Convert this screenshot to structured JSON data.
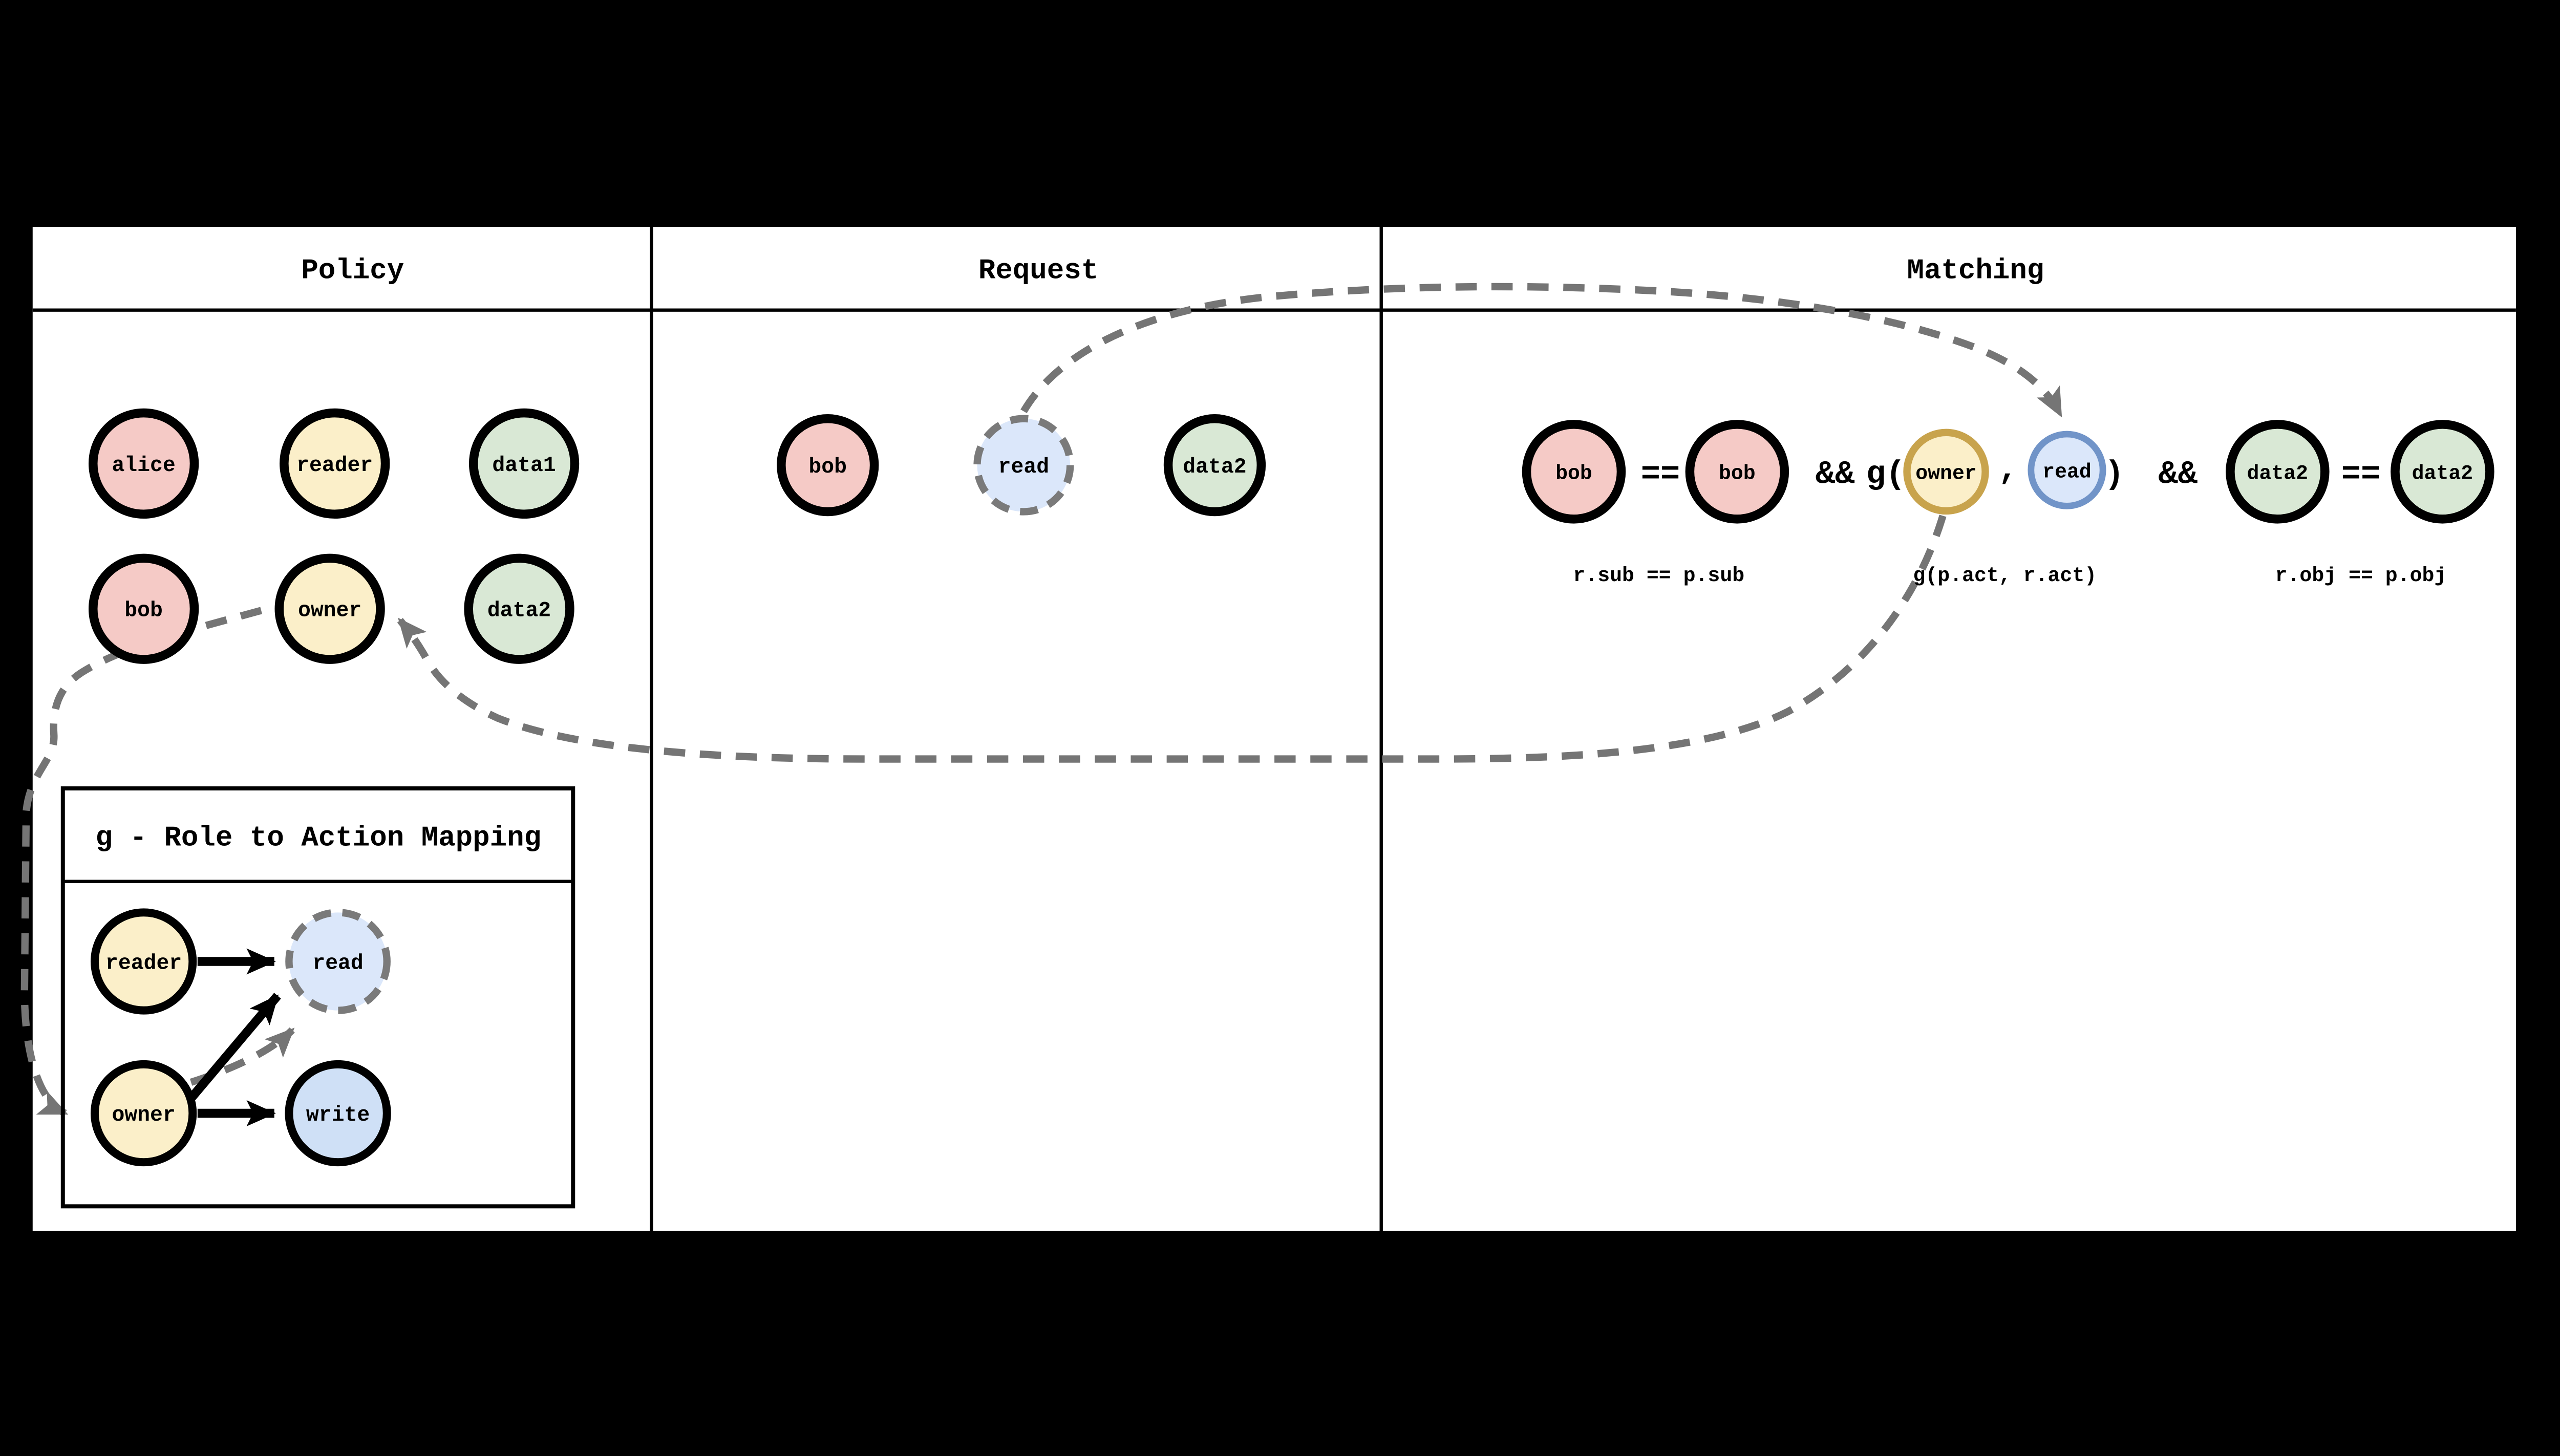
{
  "header": {
    "policy": "Policy",
    "request": "Request",
    "matching": "Matching"
  },
  "policy": {
    "row1": [
      {
        "label": "alice"
      },
      {
        "label": "reader"
      },
      {
        "label": "data1"
      }
    ],
    "row2": [
      {
        "label": "bob"
      },
      {
        "label": "owner"
      },
      {
        "label": "data2"
      }
    ],
    "g_box": {
      "title": "g - Role to Action Mapping",
      "reader": "reader",
      "read": "read",
      "owner": "owner",
      "write": "write"
    }
  },
  "request": {
    "sub": "bob",
    "act": "read",
    "obj": "data2"
  },
  "matching": {
    "r_sub": "bob",
    "eq1": "==",
    "p_sub": "bob",
    "and1": "&&",
    "g_open": "g(",
    "p_act": "owner",
    "comma": ",",
    "r_act": "read",
    "g_close": ")",
    "and2": "&&",
    "r_obj": "data2",
    "eq2": "==",
    "p_obj": "data2",
    "caption_sub": "r.sub == p.sub",
    "caption_act": "g(p.act, r.act)",
    "caption_obj": "r.obj == p.obj"
  },
  "colors": {
    "pink": "#f5cac6",
    "yellow": "#fbefc9",
    "green": "#d9e8d5",
    "lightblue": "#dbe7fa",
    "blue": "#cfe0f6",
    "gold": "#c8a34c",
    "blueborder": "#7194c8",
    "gray": "#757575",
    "dashborder": "#7a7a7a",
    "canvas": "#ffffff",
    "background": "#000000"
  }
}
